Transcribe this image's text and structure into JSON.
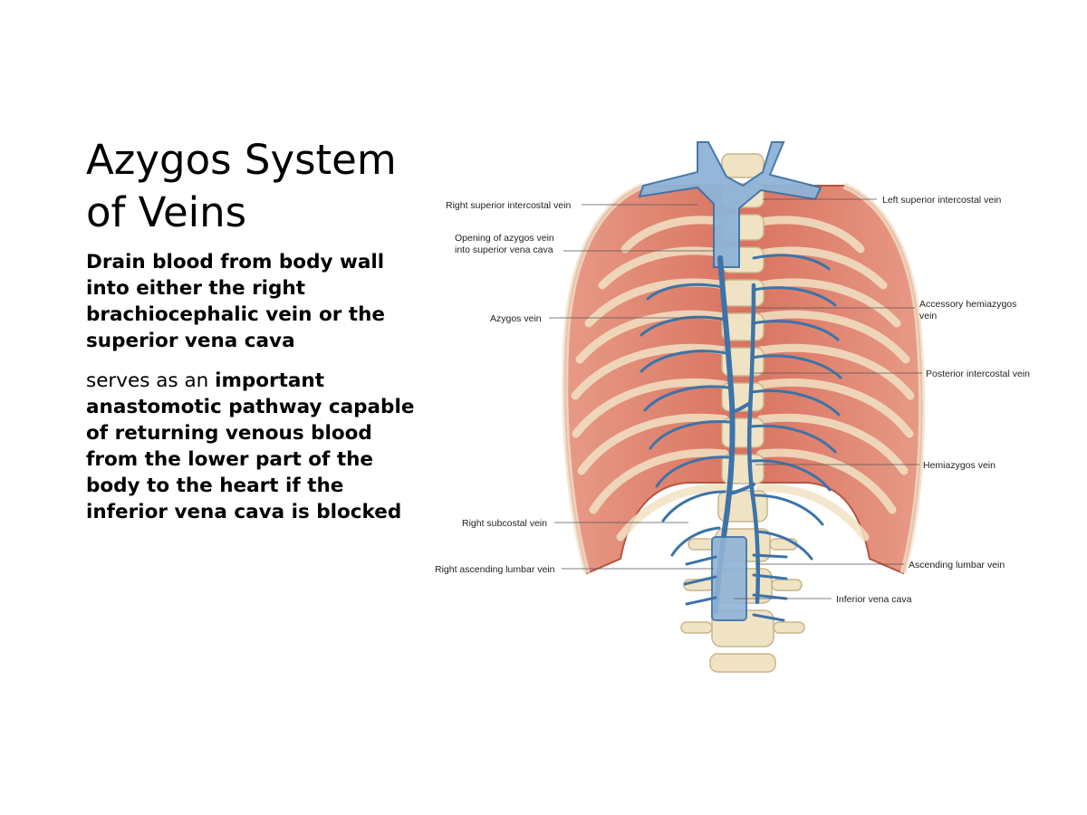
{
  "slide": {
    "title": "Azygos System of Veins",
    "paragraph1": "Drain blood from body wall into either the right brachiocephalic vein or the superior vena cava",
    "paragraph2_plain": "serves as an ",
    "paragraph2_bold": "important anastomotic pathway capable of returning venous blood from the lower part of the body to the heart if the inferior vena cava is blocked"
  },
  "figure": {
    "labels": {
      "right_superior_intercostal": "Right superior intercostal vein",
      "opening_line1": "Opening of azygos vein",
      "opening_line2": "into superior vena cava",
      "azygos": "Azygos vein",
      "right_subcostal": "Right subcostal vein",
      "right_ascending_lumbar": "Right ascending lumbar vein",
      "left_superior_intercostal": "Left superior intercostal vein",
      "accessory_line1": "Accessory hemiazygos",
      "accessory_line2": "vein",
      "posterior_intercostal": "Posterior intercostal vein",
      "hemiazygos": "Hemiazygos vein",
      "ascending_lumbar": "Ascending lumbar vein",
      "inferior_vena_cava": "Inferior vena cava"
    },
    "colors": {
      "vein": "#3d73a8",
      "vein_light": "#8fb3d6",
      "muscle": "#e28f7c",
      "muscle_dark": "#c8604f",
      "bone": "#efe3c4"
    }
  }
}
